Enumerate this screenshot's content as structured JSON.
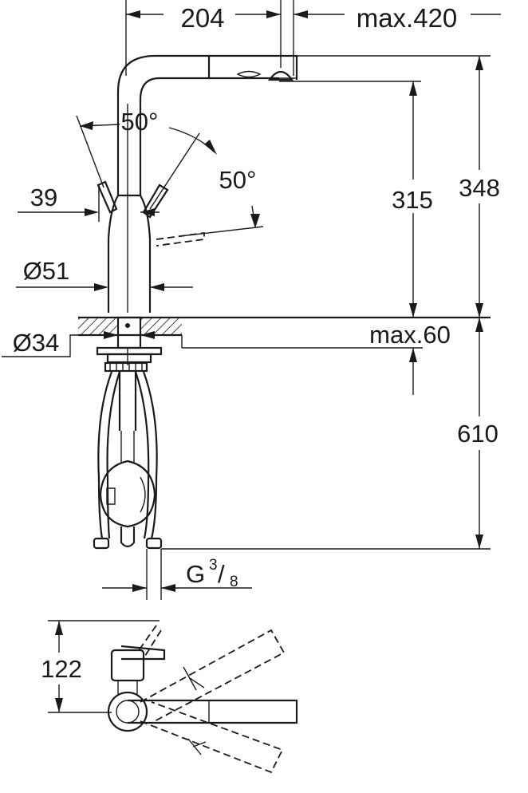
{
  "dimensions": {
    "spout_reach": "204",
    "max_pullout": "max.420",
    "swivel_angle_left": "50°",
    "swivel_angle_right": "50°",
    "lever_offset": "39",
    "base_diameter": "Ø51",
    "hole_diameter": "Ø34",
    "outlet_height": "315",
    "total_height": "348",
    "max_deck_thickness": "max.60",
    "hose_length": "610",
    "connection_thread": "G",
    "thread_numerator": "3",
    "thread_denominator": "8",
    "plan_depth": "122"
  }
}
